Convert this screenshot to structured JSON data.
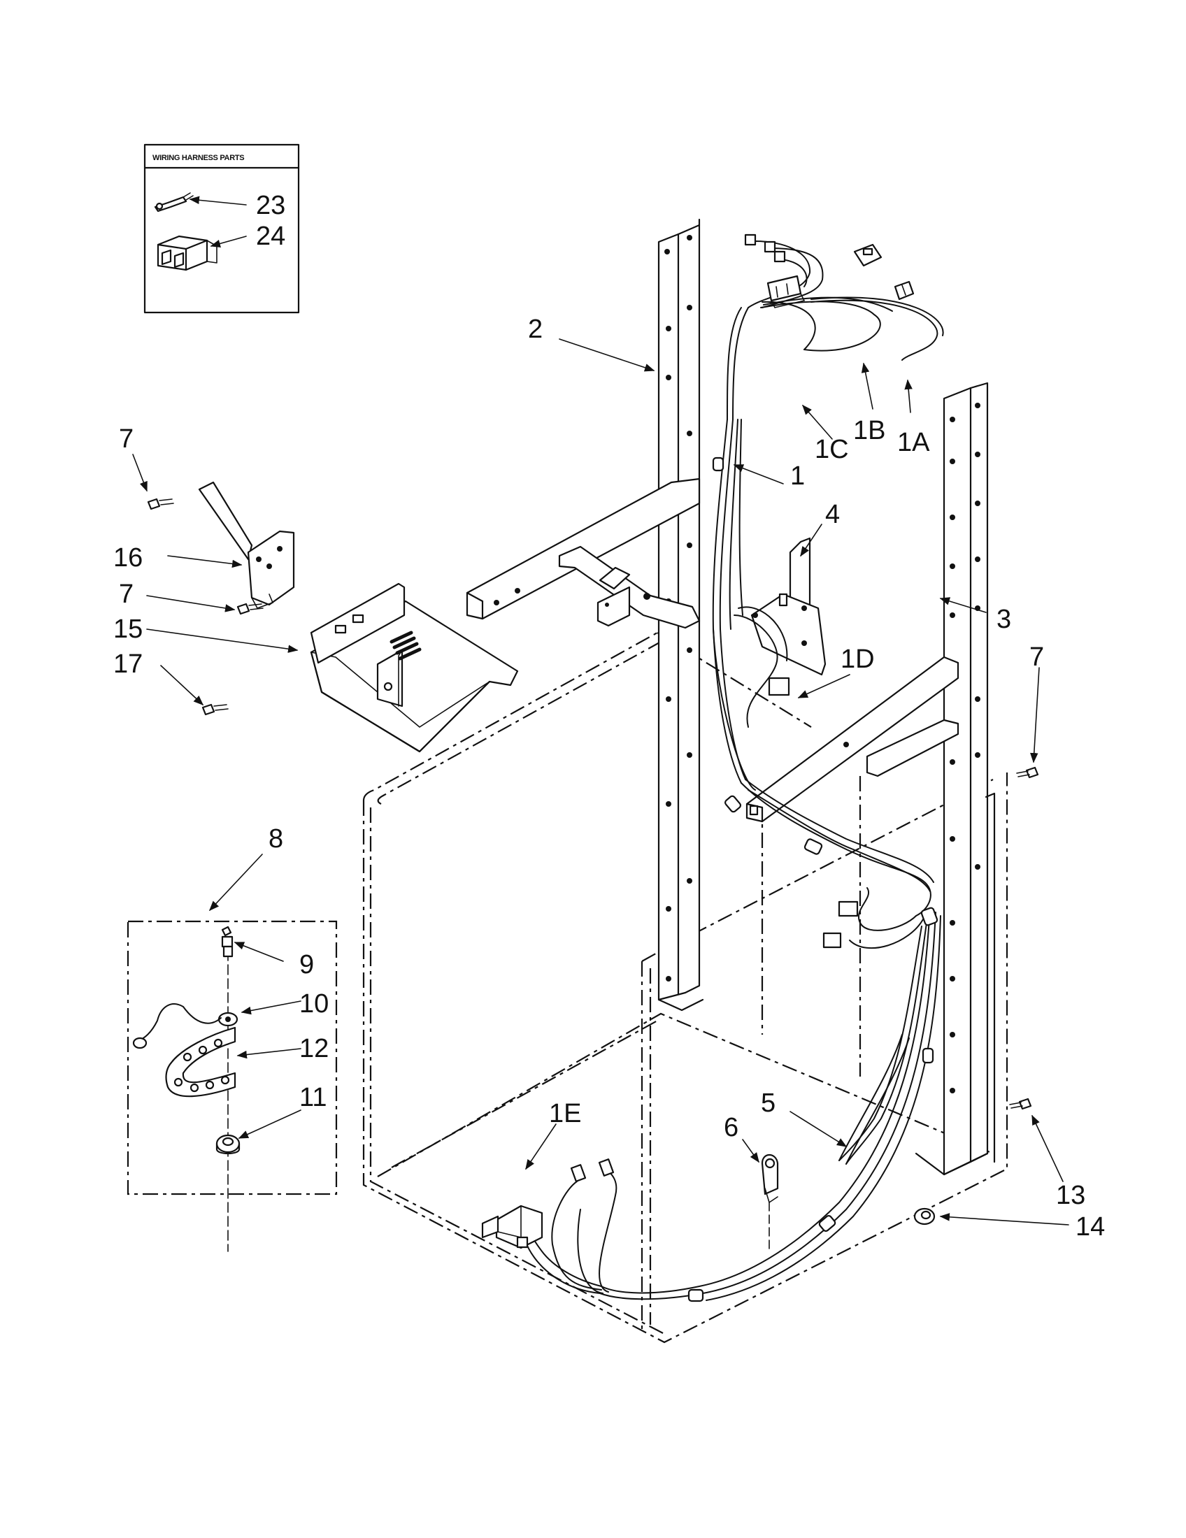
{
  "inset_wiring": {
    "title": "WIRING HARNESS PARTS",
    "labels": [
      "23",
      "24"
    ]
  },
  "callouts": {
    "c1": "1",
    "c1A": "1A",
    "c1B": "1B",
    "c1C": "1C",
    "c1D": "1D",
    "c1E": "1E",
    "c2": "2",
    "c3": "3",
    "c4": "4",
    "c5": "5",
    "c6": "6",
    "c7a": "7",
    "c7b": "7",
    "c7c": "7",
    "c8": "8",
    "c9": "9",
    "c10": "10",
    "c11": "11",
    "c12": "12",
    "c13": "13",
    "c14": "14",
    "c15": "15",
    "c16": "16",
    "c17": "17"
  }
}
